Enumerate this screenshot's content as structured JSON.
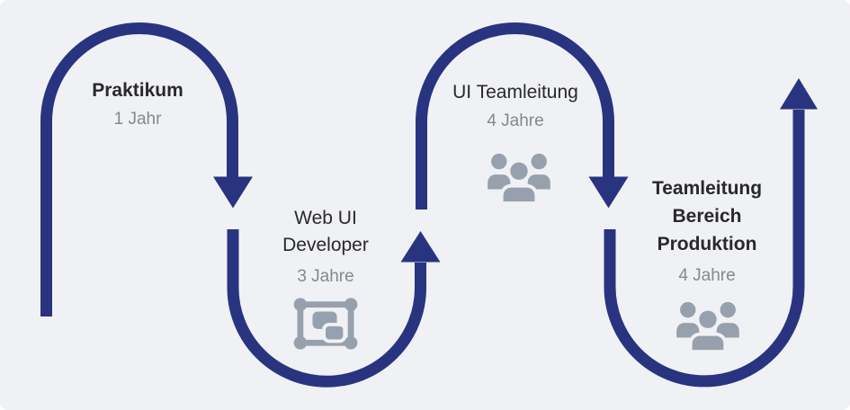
{
  "diagram": {
    "kind": "career-path-snake-flow",
    "stages": [
      {
        "title_lines": [
          "Praktikum"
        ],
        "duration": "1 Jahr",
        "emphasis": "bold",
        "icon": null
      },
      {
        "title_lines": [
          "Web UI",
          "Developer"
        ],
        "duration": "3 Jahre",
        "emphasis": "regular",
        "icon": "artboard-icon"
      },
      {
        "title_lines": [
          "UI Teamleitung"
        ],
        "duration": "4 Jahre",
        "emphasis": "regular",
        "icon": "team-icon"
      },
      {
        "title_lines": [
          "Teamleitung",
          "Bereich",
          "Produktion"
        ],
        "duration": "4 Jahre",
        "emphasis": "bold",
        "icon": "team-icon"
      }
    ],
    "flow_arrows": [
      "down",
      "up",
      "down",
      "up"
    ],
    "colors": {
      "background": "#f0f1f4",
      "path": "#293480",
      "title": "#29292c",
      "duration": "#85888d",
      "icon": "#97a1ad"
    }
  }
}
